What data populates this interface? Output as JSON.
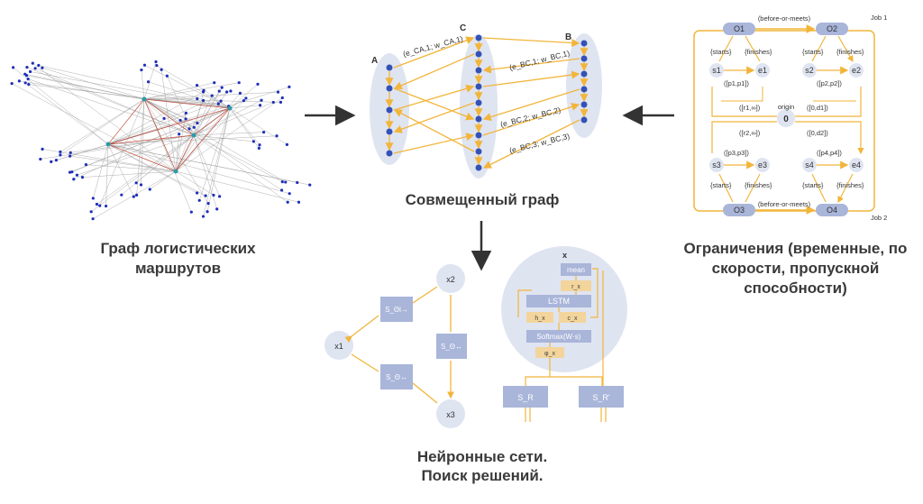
{
  "captions": {
    "logistics_graph": "Граф логистических маршрутов",
    "combined_graph": "Совмещенный граф",
    "constraints": "Ограничения (временные, по скорости, пропускной способности)",
    "neural_nets_line1": "Нейронные сети.",
    "neural_nets_line2": "Поиск решений."
  },
  "combined": {
    "cluster_labels": [
      "A",
      "C",
      "B"
    ],
    "edge_labels": [
      "(e_CA,1; w_CA,1)",
      "(e_BC,1; w_BC,1)",
      "(e_BC,2; w_BC,2)",
      "(e_BC,3; w_BC,3)"
    ]
  },
  "constraints_diagram": {
    "nodes": [
      "O1",
      "O2",
      "s1",
      "e1",
      "s2",
      "e2",
      "0",
      "s3",
      "e3",
      "s4",
      "e4",
      "O3",
      "O4"
    ],
    "labels": {
      "before_or_meets": "(before-or-meets)",
      "starts": "{starts}",
      "finishes": "{finishes}",
      "job1": "Job 1",
      "job2": "Job 2",
      "origin": "origin",
      "p1": "([p1,p1])",
      "p2": "([p2,p2])",
      "p3": "([p3,p3])",
      "p4": "([p4,p4])",
      "r1": "([r1,∞])",
      "d1": "([0,d1])",
      "r2": "([r2,∞])",
      "d2": "([0,d2])"
    }
  },
  "neural": {
    "nodes": [
      "x1",
      "x2",
      "x3",
      "S_Θi→",
      "S_Θ↔",
      "S_Θ↔"
    ],
    "block": [
      "x",
      "mean",
      "r_x",
      "LSTM",
      "h_x",
      "c_x",
      "Softmax(W·s)",
      "φ_x"
    ],
    "bottom": [
      "S_R",
      "S_R'"
    ]
  },
  "colors": {
    "arrow_orange": "#f2b53a",
    "node_blue": "#3452b6",
    "ellipse": "#dfe4f1",
    "box": "#a9b5d9",
    "caption": "#3a3a3a"
  }
}
